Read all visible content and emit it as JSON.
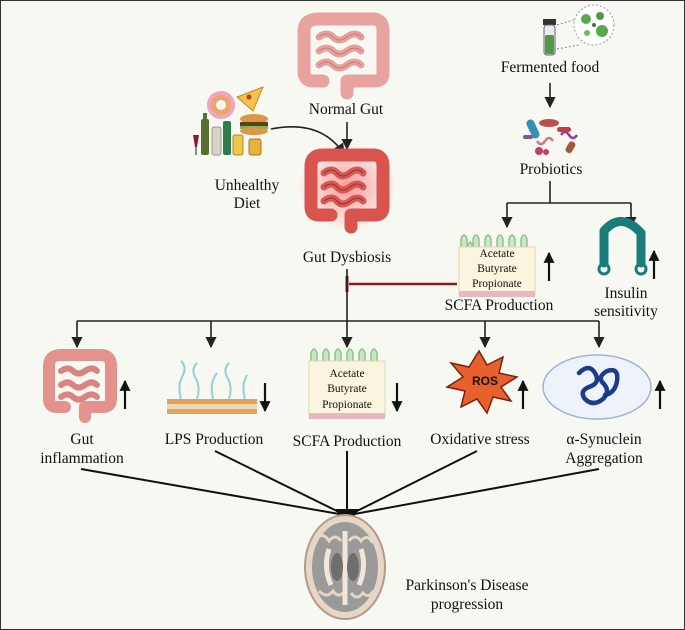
{
  "nodes": {
    "fermented_food": "Fermented food",
    "probiotics": "Probiotics",
    "normal_gut": "Normal Gut",
    "unhealthy_diet_line1": "Unhealthy",
    "unhealthy_diet_line2": "Diet",
    "gut_dysbiosis": "Gut Dysbiosis",
    "scfa_production_top": "SCFA Production",
    "insulin_line1": "Insulin",
    "insulin_line2": "sensitivity",
    "gut_inflammation_line1": "Gut",
    "gut_inflammation_line2": "inflammation",
    "lps_production": "LPS Production",
    "scfa_production_bottom": "SCFA Production",
    "oxidative_stress": "Oxidative stress",
    "synuclein_line1": "α-Synuclein",
    "synuclein_line2": "Aggregation",
    "pd_line1": "Parkinson's Disease",
    "pd_line2": "progression"
  },
  "scfa_box": {
    "acetate": "Acetate",
    "butyrate": "Butyrate",
    "propionate": "Propionate"
  },
  "ros_label": "ROS",
  "trends": {
    "scfa_production_top": "up",
    "insulin_sensitivity": "up",
    "gut_inflammation": "up",
    "lps_production": "down",
    "scfa_production_bottom": "down",
    "oxidative_stress": "up",
    "synuclein_aggregation": "up"
  },
  "colors": {
    "gut": "#e8a3a0",
    "gut_inflamed": "#d9534f",
    "inhibition_line": "#8b1a1a",
    "insulin": "#1a7b7b",
    "ros_burst": "#e8602c",
    "synuclein": "#1b3c8a",
    "villi": "#a9d6a6",
    "membrane": "#e3a15a"
  }
}
